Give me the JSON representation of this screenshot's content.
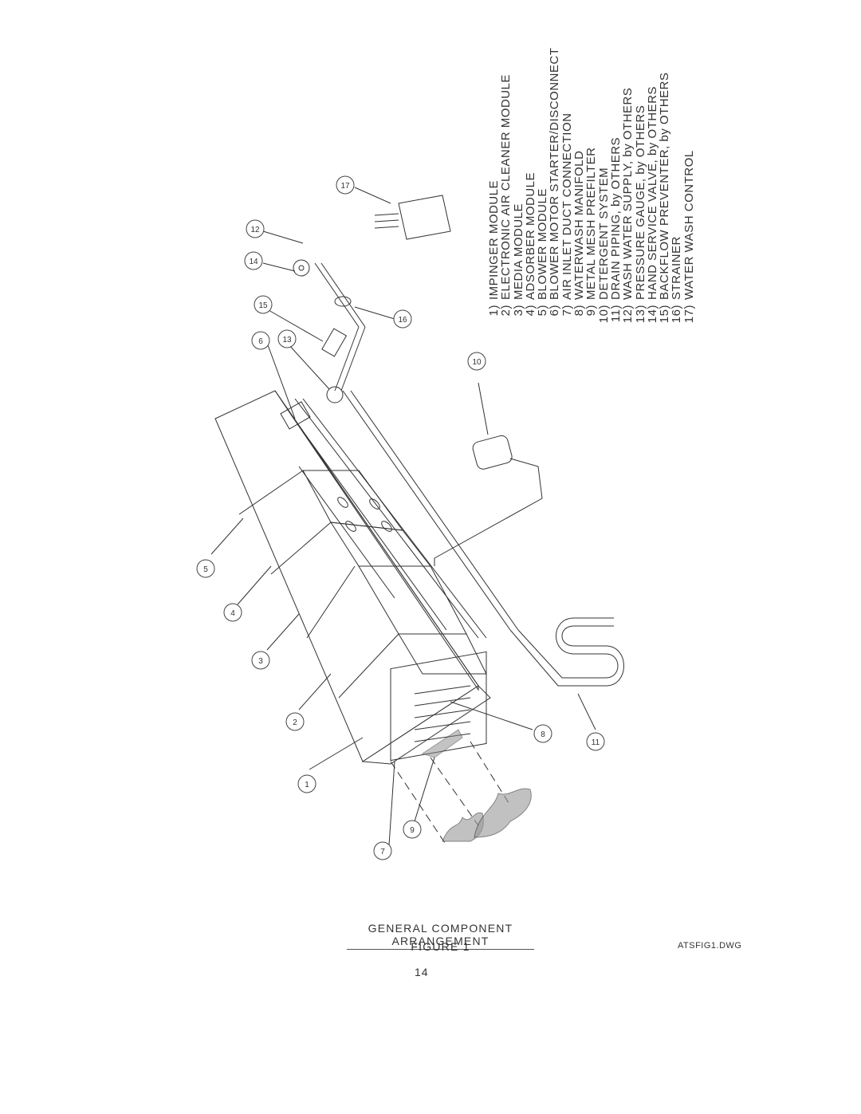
{
  "legend": {
    "items": [
      {
        "num": "1)",
        "label": "IMPINGER MODULE"
      },
      {
        "num": "2)",
        "label": "ELECTRONIC AIR CLEANER MODULE"
      },
      {
        "num": "3)",
        "label": "MEDIA MODULE"
      },
      {
        "num": "4)",
        "label": "ADSORBER MODULE"
      },
      {
        "num": "5)",
        "label": "BLOWER MODULE"
      },
      {
        "num": "6)",
        "label": "BLOWER MOTOR STARTER/DISCONNECT"
      },
      {
        "num": "7)",
        "label": "AIR INLET DUCT CONNECTION"
      },
      {
        "num": "8)",
        "label": "WATERWASH MANIFOLD"
      },
      {
        "num": "9)",
        "label": "METAL MESH PREFILTER"
      },
      {
        "num": "10)",
        "label": "DETERGENT SYSTEM"
      },
      {
        "num": "11)",
        "label": "DRAIN PIPING, by OTHERS"
      },
      {
        "num": "12)",
        "label": "WASH WATER SUPPLY, by OTHERS"
      },
      {
        "num": "13)",
        "label": "PRESSURE GAUGE, by OTHERS"
      },
      {
        "num": "14)",
        "label": "HAND SERVICE VALVE, by OTHERS"
      },
      {
        "num": "15)",
        "label": "BACKFLOW PREVENTER, by OTHERS"
      },
      {
        "num": "16)",
        "label": "STRAINER"
      },
      {
        "num": "17)",
        "label": "WATER WASH CONTROL"
      }
    ]
  },
  "callouts": [
    "1",
    "2",
    "3",
    "4",
    "5",
    "6",
    "7",
    "8",
    "9",
    "10",
    "11",
    "12",
    "13",
    "14",
    "15",
    "16",
    "17"
  ],
  "title": "GENERAL COMPONENT ARRANGEMENT",
  "subtitle": "FIGURE 1",
  "drawing_file": "ATSFIG1.DWG",
  "page_number": "14"
}
